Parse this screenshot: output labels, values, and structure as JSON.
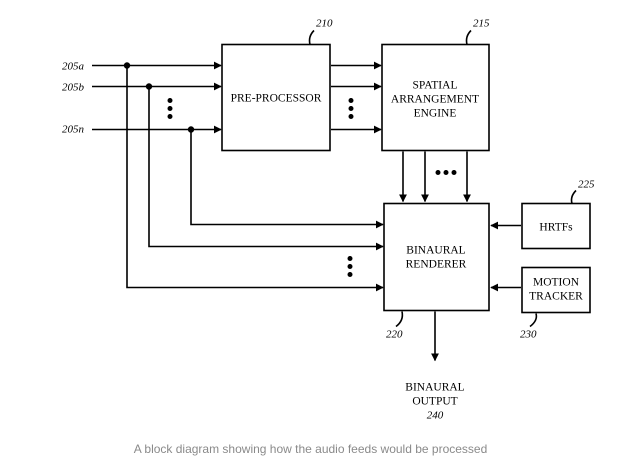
{
  "inputs": [
    "205a",
    "205b",
    "205n"
  ],
  "blocks": {
    "preprocessor": {
      "ref": "210",
      "label": "PRE-PROCESSOR"
    },
    "spatial": {
      "ref": "215",
      "lines": [
        "SPATIAL",
        "ARRANGEMENT",
        "ENGINE"
      ]
    },
    "renderer": {
      "ref": "220",
      "lines": [
        "BINAURAL",
        "RENDERER"
      ]
    },
    "hrtfs": {
      "ref": "225",
      "label": "HRTFs"
    },
    "tracker": {
      "ref": "230",
      "lines": [
        "MOTION",
        "TRACKER"
      ]
    }
  },
  "output": {
    "lines": [
      "BINAURAL",
      "OUTPUT"
    ],
    "ref": "240"
  },
  "caption": "A block diagram showing how the audio feeds would be processed"
}
